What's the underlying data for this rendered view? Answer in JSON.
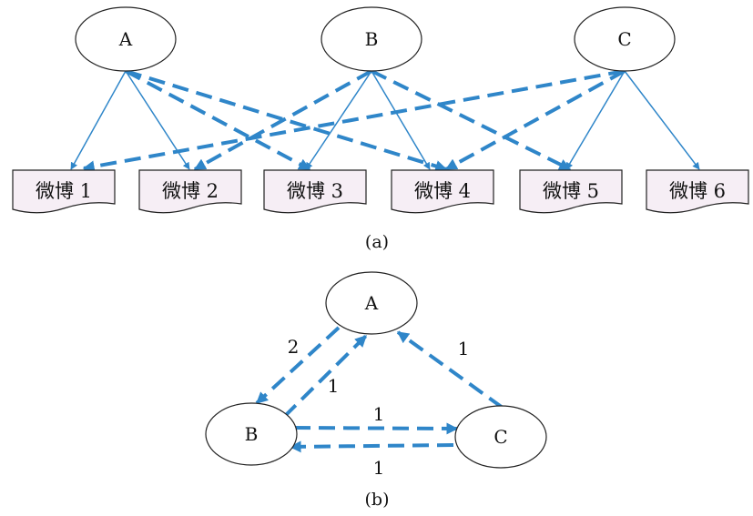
{
  "colors": {
    "edge": "#2f86c9",
    "node_stroke": "#222222",
    "doc_fill": "#f6eef5"
  },
  "panel_a": {
    "caption": "(a)",
    "users": [
      {
        "id": "A",
        "label": "A"
      },
      {
        "id": "B",
        "label": "B"
      },
      {
        "id": "C",
        "label": "C"
      }
    ],
    "posts": [
      {
        "id": "p1",
        "label": "微博 1"
      },
      {
        "id": "p2",
        "label": "微博 2"
      },
      {
        "id": "p3",
        "label": "微博 3"
      },
      {
        "id": "p4",
        "label": "微博 4"
      },
      {
        "id": "p5",
        "label": "微博 5"
      },
      {
        "id": "p6",
        "label": "微博 6"
      }
    ],
    "post_links": [
      {
        "from": "A",
        "to": "p1"
      },
      {
        "from": "A",
        "to": "p2"
      },
      {
        "from": "B",
        "to": "p3"
      },
      {
        "from": "B",
        "to": "p4"
      },
      {
        "from": "C",
        "to": "p5"
      },
      {
        "from": "C",
        "to": "p6"
      }
    ],
    "repost_links": [
      {
        "from": "A",
        "to": "p3"
      },
      {
        "from": "A",
        "to": "p4"
      },
      {
        "from": "B",
        "to": "p2"
      },
      {
        "from": "B",
        "to": "p5"
      },
      {
        "from": "C",
        "to": "p1"
      },
      {
        "from": "C",
        "to": "p4"
      }
    ]
  },
  "panel_b": {
    "caption": "(b)",
    "nodes": [
      {
        "id": "A",
        "label": "A"
      },
      {
        "id": "B",
        "label": "B"
      },
      {
        "id": "C",
        "label": "C"
      }
    ],
    "edges": [
      {
        "from": "A",
        "to": "B",
        "weight": "2"
      },
      {
        "from": "B",
        "to": "A",
        "weight": "1"
      },
      {
        "from": "C",
        "to": "A",
        "weight": "1"
      },
      {
        "from": "B",
        "to": "C",
        "weight": "1"
      },
      {
        "from": "C",
        "to": "B",
        "weight": "1"
      }
    ]
  }
}
